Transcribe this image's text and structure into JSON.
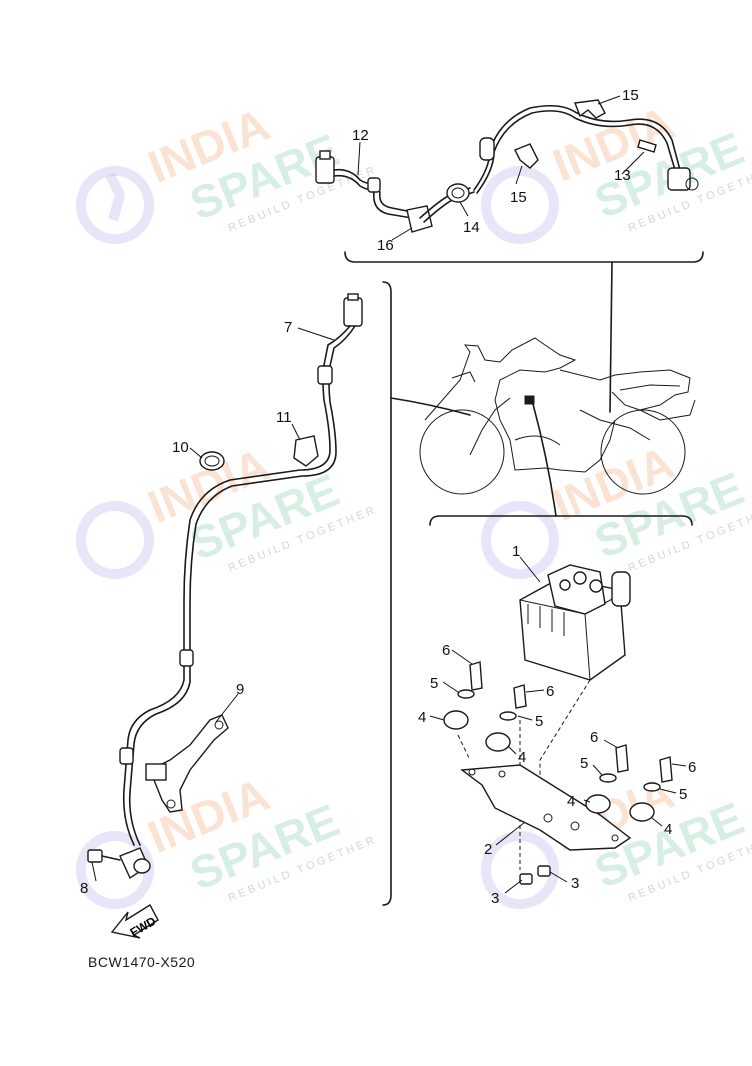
{
  "diagram_code": "BCW1470-X520",
  "fwd_label": "FWD",
  "watermark": {
    "line1": "INDIA",
    "line2": "SPARE",
    "tagline": "REBUILD TOGETHER"
  },
  "callouts": {
    "c1": "1",
    "c2": "2",
    "c3a": "3",
    "c3b": "3",
    "c4a": "4",
    "c4b": "4",
    "c4c": "4",
    "c4d": "4",
    "c5a": "5",
    "c5b": "5",
    "c5c": "5",
    "c5d": "5",
    "c6a": "6",
    "c6b": "6",
    "c6c": "6",
    "c6d": "6",
    "c7": "7",
    "c8": "8",
    "c9": "9",
    "c10": "10",
    "c11": "11",
    "c12": "12",
    "c13": "13",
    "c14": "14",
    "c15a": "15",
    "c15b": "15",
    "c16": "16"
  },
  "colors": {
    "line": "#1a1a1a",
    "watermark_orange": "#f4b183",
    "watermark_green": "#8fd3b0",
    "watermark_logo": "#b9b4e8"
  }
}
